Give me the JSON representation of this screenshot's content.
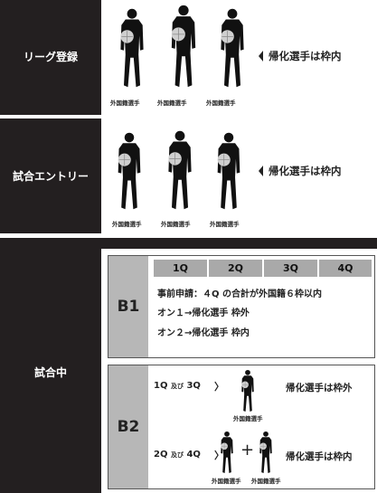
{
  "sections": {
    "league": {
      "label": "リーグ登録",
      "note": "帰化選手は枠内",
      "captions": [
        "外国籍選手",
        "外国籍選手",
        "外国籍選手"
      ]
    },
    "entry": {
      "label": "試合エントリー",
      "note": "帰化選手は枠内",
      "captions": [
        "外国籍選手",
        "外国籍選手",
        "外国籍選手"
      ]
    },
    "game": {
      "label": "試合中",
      "b1": {
        "tag": "B1",
        "quarters": [
          "1Q",
          "2Q",
          "3Q",
          "4Q"
        ],
        "rules": [
          "事前申請：４Q の合計が外国籍６枠以内",
          "オン１→帰化選手 枠外",
          "オン２→帰化選手 枠内"
        ]
      },
      "b2": {
        "tag": "B2",
        "row1": {
          "q1": "1Q",
          "and": "及び",
          "q2": "3Q",
          "caption": "外国籍選手",
          "note": "帰化選手は枠外"
        },
        "row2": {
          "q1": "2Q",
          "and": "及び",
          "q2": "4Q",
          "captions": [
            "外国籍選手",
            "外国籍選手"
          ],
          "plus": "+",
          "note": "帰化選手は枠内"
        }
      }
    }
  },
  "icons": {
    "player": "basketball-player-silhouette-icon",
    "arrow": "left-triangle-arrow-icon"
  }
}
